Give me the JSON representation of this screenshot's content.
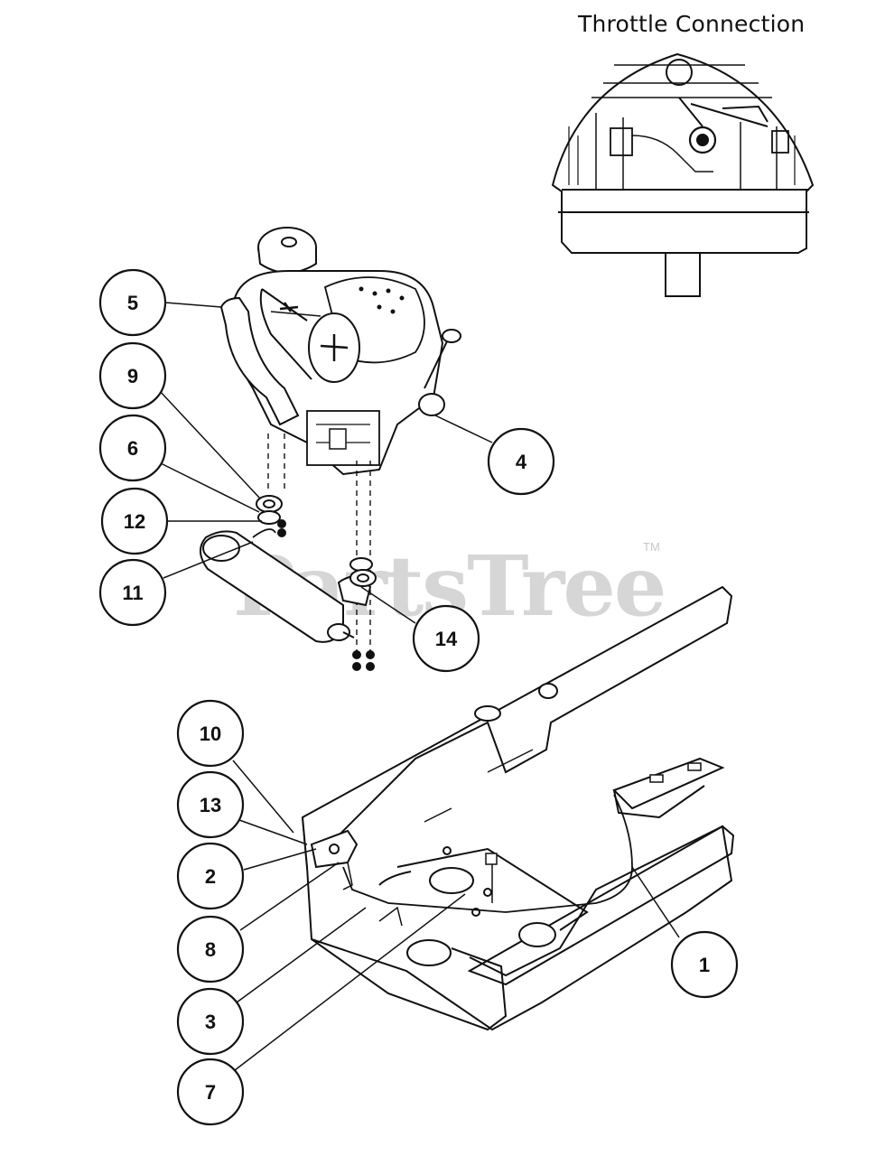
{
  "inset": {
    "title": "Throttle Connection"
  },
  "watermark": {
    "text": "PartsTree",
    "trademark": "TM"
  },
  "callouts": [
    "5",
    "9",
    "6",
    "12",
    "11",
    "4",
    "14",
    "10",
    "13",
    "2",
    "8",
    "3",
    "7",
    "1"
  ]
}
